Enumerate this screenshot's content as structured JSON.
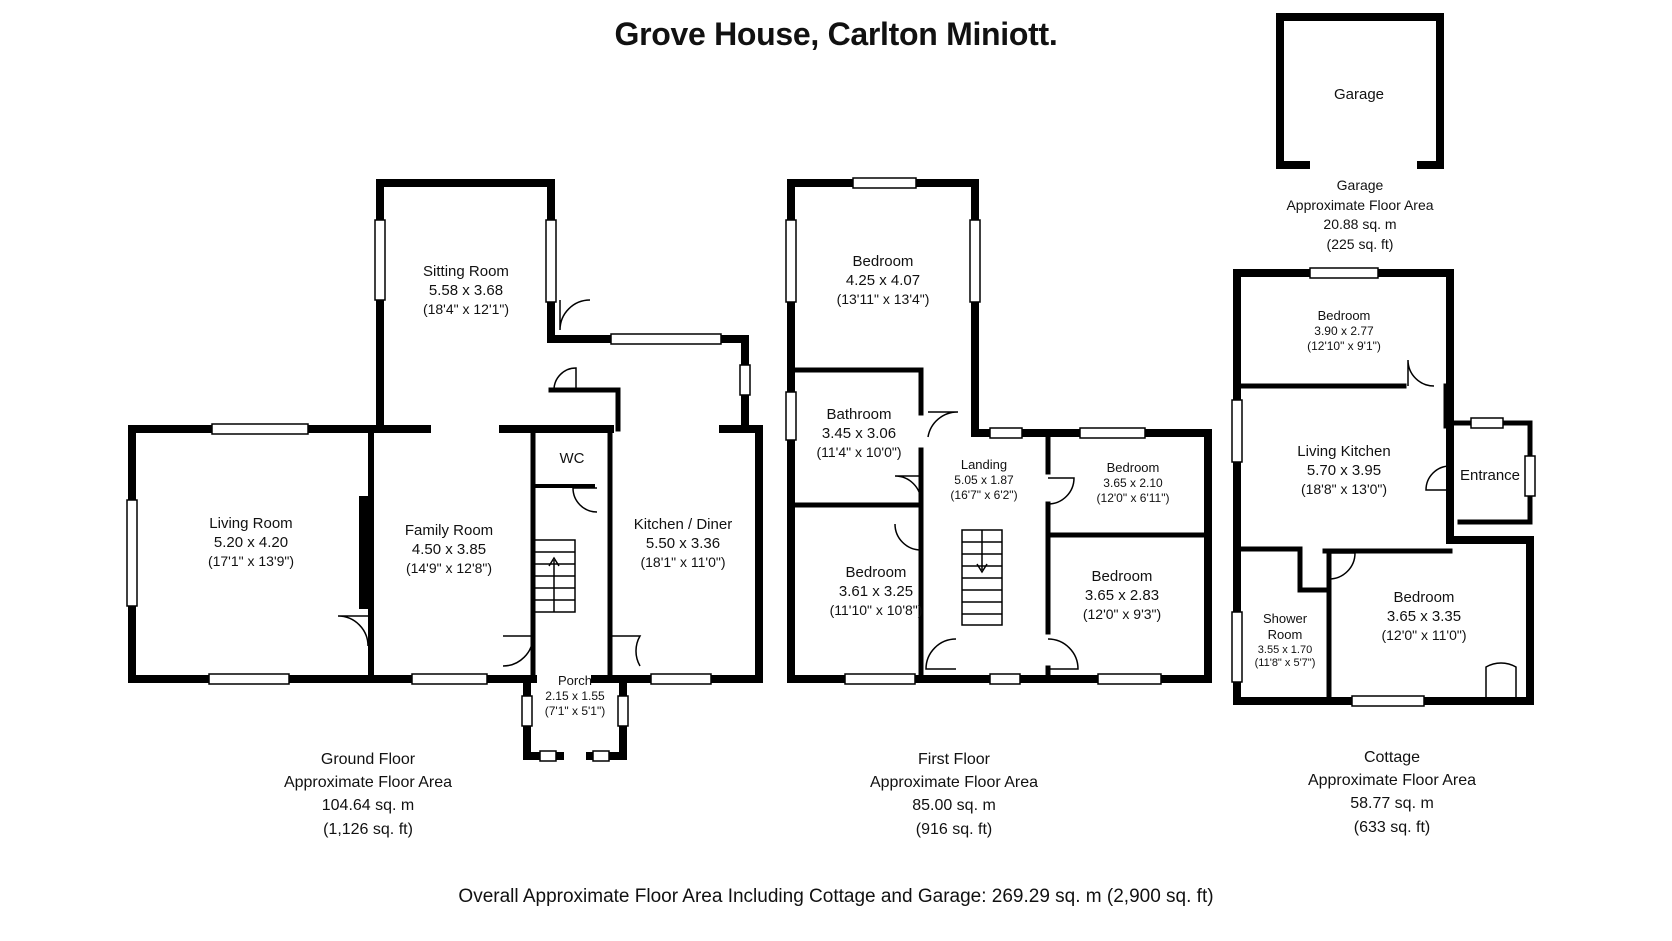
{
  "title": "Grove House, Carlton Miniott.",
  "rooms": {
    "sitting": {
      "name": "Sitting Room",
      "dims": "5.58 x 3.68",
      "imperial": "(18'4\" x 12'1\")"
    },
    "living": {
      "name": "Living Room",
      "dims": "5.20 x 4.20",
      "imperial": "(17'1\" x 13'9\")"
    },
    "family": {
      "name": "Family Room",
      "dims": "4.50 x 3.85",
      "imperial": "(14'9\" x 12'8\")"
    },
    "wc": {
      "name": "WC"
    },
    "kitchen": {
      "name": "Kitchen / Diner",
      "dims": "5.50 x 3.36",
      "imperial": "(18'1\" x 11'0\")"
    },
    "porch": {
      "name": "Porch",
      "dims": "2.15 x 1.55",
      "imperial": "(7'1\" x 5'1\")"
    },
    "bed1": {
      "name": "Bedroom",
      "dims": "4.25 x 4.07",
      "imperial": "(13'11\" x 13'4\")"
    },
    "bathroom": {
      "name": "Bathroom",
      "dims": "3.45 x 3.06",
      "imperial": "(11'4\" x 10'0\")"
    },
    "landing": {
      "name": "Landing",
      "dims": "5.05 x 1.87",
      "imperial": "(16'7\" x 6'2\")"
    },
    "bed2": {
      "name": "Bedroom",
      "dims": "3.65 x 2.10",
      "imperial": "(12'0\" x 6'11\")"
    },
    "bed3": {
      "name": "Bedroom",
      "dims": "3.61 x 3.25",
      "imperial": "(11'10\" x 10'8\")"
    },
    "bed4": {
      "name": "Bedroom",
      "dims": "3.65 x 2.83",
      "imperial": "(12'0\" x 9'3\")"
    },
    "garage": {
      "name": "Garage"
    },
    "cbed1": {
      "name": "Bedroom",
      "dims": "3.90 x 2.77",
      "imperial": "(12'10\" x 9'1\")"
    },
    "livingkitchen": {
      "name": "Living Kitchen",
      "dims": "5.70 x 3.95",
      "imperial": "(18'8\" x 13'0\")"
    },
    "entrance": {
      "name": "Entrance"
    },
    "shower": {
      "name_line1": "Shower",
      "name_line2": "Room",
      "dims": "3.55 x 1.70",
      "imperial": "(11'8\" x 5'7\")"
    },
    "cbed2": {
      "name": "Bedroom",
      "dims": "3.65 x 3.35",
      "imperial": "(12'0\" x 11'0\")"
    }
  },
  "areas": {
    "ground": {
      "name": "Ground Floor",
      "label": "Approximate Floor Area",
      "sqm": "104.64 sq. m",
      "sqft": "(1,126 sq. ft)"
    },
    "first": {
      "name": "First Floor",
      "label": "Approximate Floor Area",
      "sqm": "85.00 sq. m",
      "sqft": "(916 sq. ft)"
    },
    "cottage": {
      "name": "Cottage",
      "label": "Approximate Floor Area",
      "sqm": "58.77 sq. m",
      "sqft": "(633 sq. ft)"
    },
    "garage": {
      "name": "Garage",
      "label": "Approximate Floor Area",
      "sqm": "20.88 sq. m",
      "sqft": "(225 sq. ft)"
    }
  },
  "footer": "Overall Approximate Floor Area Including Cottage and Garage: 269.29 sq. m (2,900 sq. ft)",
  "colors": {
    "wall": "#000000",
    "background": "#ffffff",
    "text": "#111111"
  }
}
